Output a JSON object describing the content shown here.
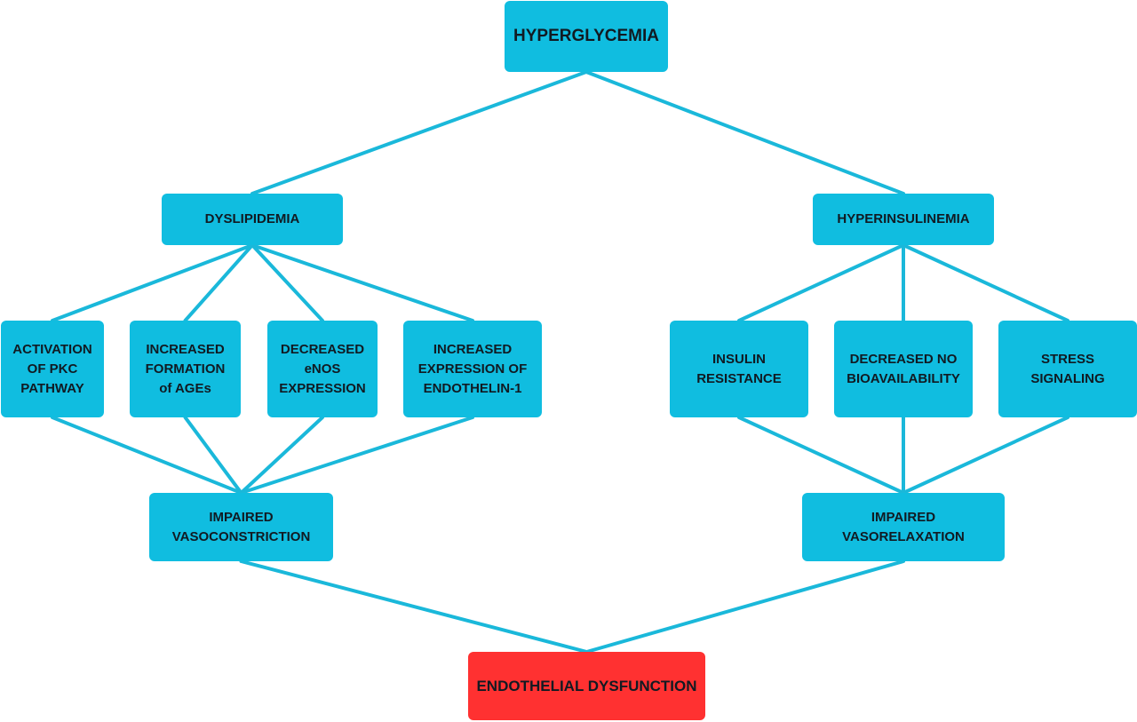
{
  "diagram": {
    "type": "flowchart",
    "colors": {
      "node_fill": "#10bde0",
      "final_node_fill": "#ff3131",
      "edge_color": "#1ab8da",
      "text_color": "#111a22",
      "background": "#ffffff"
    },
    "nodes": {
      "hyperglycemia": "HYPERGLYCEMIA",
      "dyslipidemia": "DYSLIPIDEMIA",
      "hyperinsulinemia": "HYPERINSULINEMIA",
      "pkc": "ACTIVATION\nOF PKC\nPATHWAY",
      "ages": "INCREASED\nFORMATION\nof AGEs",
      "enos": "DECREASED\neNOS\nEXPRESSION",
      "endothelin": "INCREASED\nEXPRESSION OF\nENDOTHELIN-1",
      "insulin": "INSULIN\nRESISTANCE",
      "no": "DECREASED NO\nBIOAVAILABILITY",
      "stress": "STRESS\nSIGNALING",
      "vasoconstriction": "IMPAIRED\nVASOCONSTRICTION",
      "vasorelaxation": "IMPAIRED\nVASORELAXATION",
      "endothelial": "ENDOTHELIAL DYSFUNCTION"
    },
    "edges": [
      [
        "hyperglycemia",
        "dyslipidemia"
      ],
      [
        "hyperglycemia",
        "hyperinsulinemia"
      ],
      [
        "dyslipidemia",
        "pkc"
      ],
      [
        "dyslipidemia",
        "ages"
      ],
      [
        "dyslipidemia",
        "enos"
      ],
      [
        "dyslipidemia",
        "endothelin"
      ],
      [
        "hyperinsulinemia",
        "insulin"
      ],
      [
        "hyperinsulinemia",
        "no"
      ],
      [
        "hyperinsulinemia",
        "stress"
      ],
      [
        "pkc",
        "vasoconstriction"
      ],
      [
        "ages",
        "vasoconstriction"
      ],
      [
        "enos",
        "vasoconstriction"
      ],
      [
        "endothelin",
        "vasoconstriction"
      ],
      [
        "insulin",
        "vasorelaxation"
      ],
      [
        "no",
        "vasorelaxation"
      ],
      [
        "stress",
        "vasorelaxation"
      ],
      [
        "vasoconstriction",
        "endothelial"
      ],
      [
        "vasorelaxation",
        "endothelial"
      ]
    ]
  }
}
